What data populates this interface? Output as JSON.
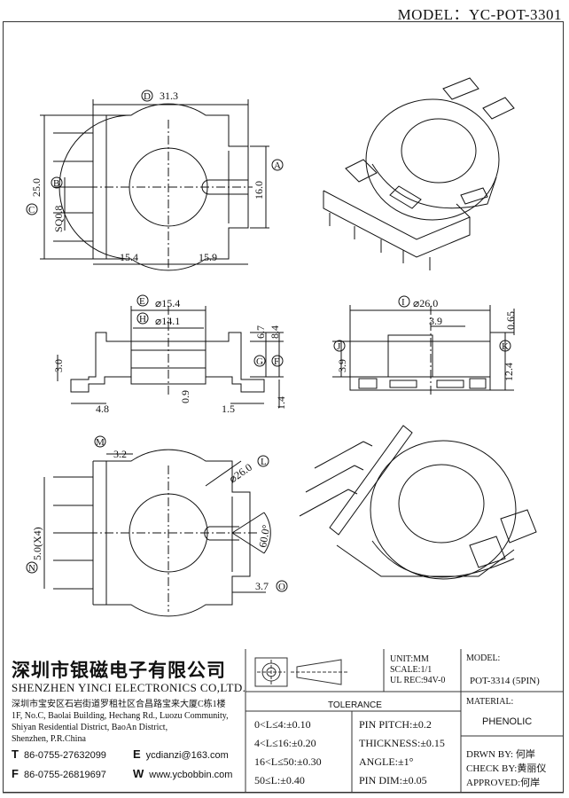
{
  "model_label": "MODEL：YC-POT-3301",
  "dims": {
    "top_D": "31.3",
    "top_A": "16.0",
    "top_C": "25.0",
    "top_B": "SQ0.8",
    "top_l": "15.4",
    "top_r": "15.9",
    "E": "⌀15.4",
    "H": "⌀14.1",
    "g1": "6.7",
    "g2": "8.4",
    "s30": "3.0",
    "s09": "0.9",
    "s48": "4.8",
    "s15": "1.5",
    "s14": "1.4",
    "I": "⌀26.0",
    "s39a": "3.9",
    "s065": "0.65",
    "s39b": "3.9",
    "s124": "12.4",
    "M": "3.2",
    "s26": "⌀26.0",
    "sX4": "5.0(X4)",
    "s60": "60.0°",
    "s37": "3.7"
  },
  "letters": [
    "D",
    "A",
    "B",
    "C",
    "E",
    "H",
    "G",
    "F",
    "I",
    "J",
    "K",
    "M",
    "N",
    "L",
    "O"
  ],
  "company": {
    "cn": "深圳市银磁电子有限公司",
    "en": "SHENZHEN YINCI ELECTRONICS CO,LTD.",
    "addr": [
      "深圳市宝安区石岩街道罗租社区合昌路宝来大厦C栋1楼",
      "1F, No.C, Baolai Building, Hechang Rd., Luozu Community,",
      "Shiyan Residential District, BaoAn District,",
      "Shenzhen, P.R.China"
    ],
    "tel": "86-0755-27632099",
    "fax": "86-0755-26819697",
    "email": "ycdianzi@163.com",
    "web": "www.ycbobbin.com",
    "t": "T",
    "f": "F",
    "e": "E",
    "w": "W"
  },
  "info": {
    "unit": "UNIT:MM",
    "scale": "SCALE:1/1",
    "ul": "UL REC:94V-0"
  },
  "model_box": {
    "label": "MODEL:",
    "value": "POT-3314 (5PIN)"
  },
  "material": {
    "label": "MATERIAL:",
    "value": "PHENOLIC"
  },
  "tolerance": {
    "title": "TOLERANCE",
    "left": [
      "0<L≤4:±0.10",
      "4<L≤16:±0.20",
      "16<L≤50:±0.30",
      "50≤L:±0.40"
    ],
    "right": [
      "PIN PITCH:±0.2",
      "THICKNESS:±0.15",
      "ANGLE:±1°",
      "PIN DIM:±0.05"
    ]
  },
  "approval": [
    "DRWN BY: 何岸",
    "CHECK BY:黄丽仪",
    "APPROVED:何岸"
  ]
}
